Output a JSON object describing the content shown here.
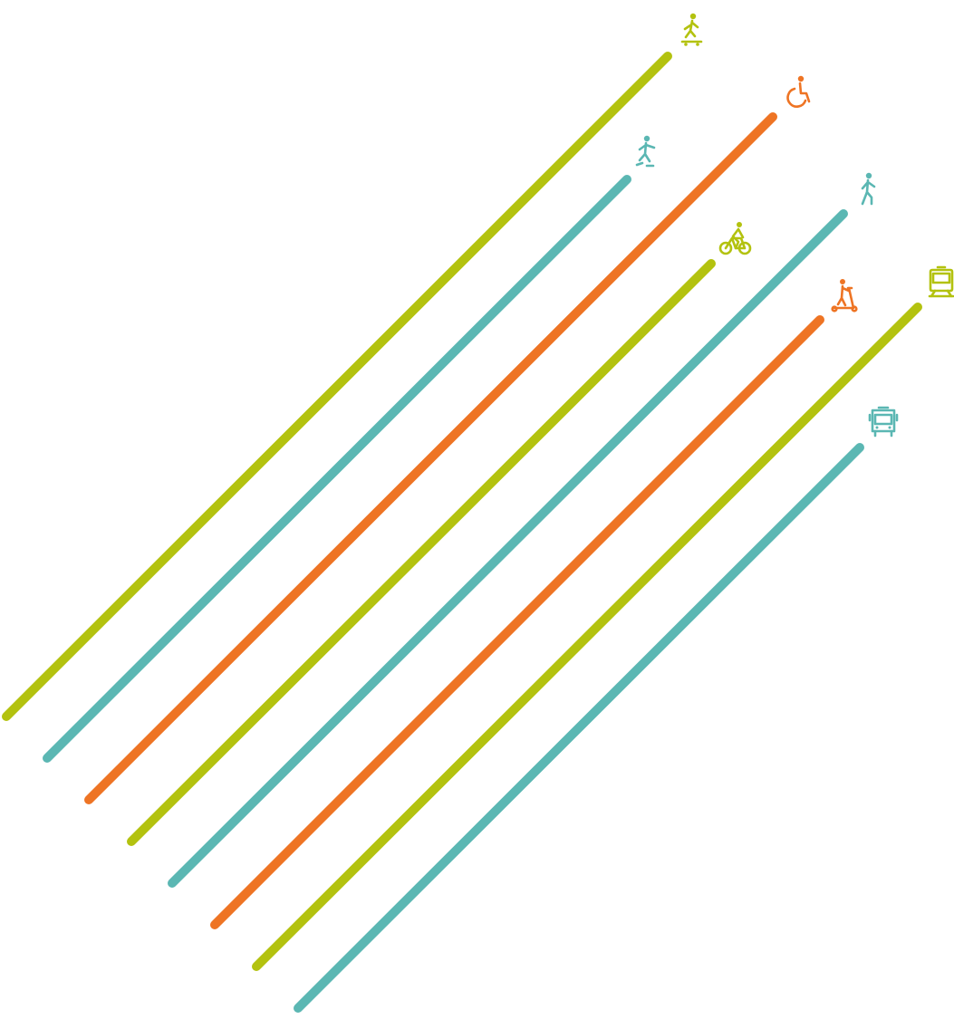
{
  "colors": {
    "lime": "#b3c20f",
    "teal": "#5bb7b3",
    "orange": "#ee7424"
  },
  "modes": [
    {
      "icon": "skateboard-icon",
      "color": "lime"
    },
    {
      "icon": "rollerblade-icon",
      "color": "teal"
    },
    {
      "icon": "wheelchair-icon",
      "color": "orange"
    },
    {
      "icon": "bicycle-icon",
      "color": "lime"
    },
    {
      "icon": "pedestrian-icon",
      "color": "teal"
    },
    {
      "icon": "kick-scooter-icon",
      "color": "orange"
    },
    {
      "icon": "tram-icon",
      "color": "lime"
    },
    {
      "icon": "bus-icon",
      "color": "teal"
    }
  ]
}
